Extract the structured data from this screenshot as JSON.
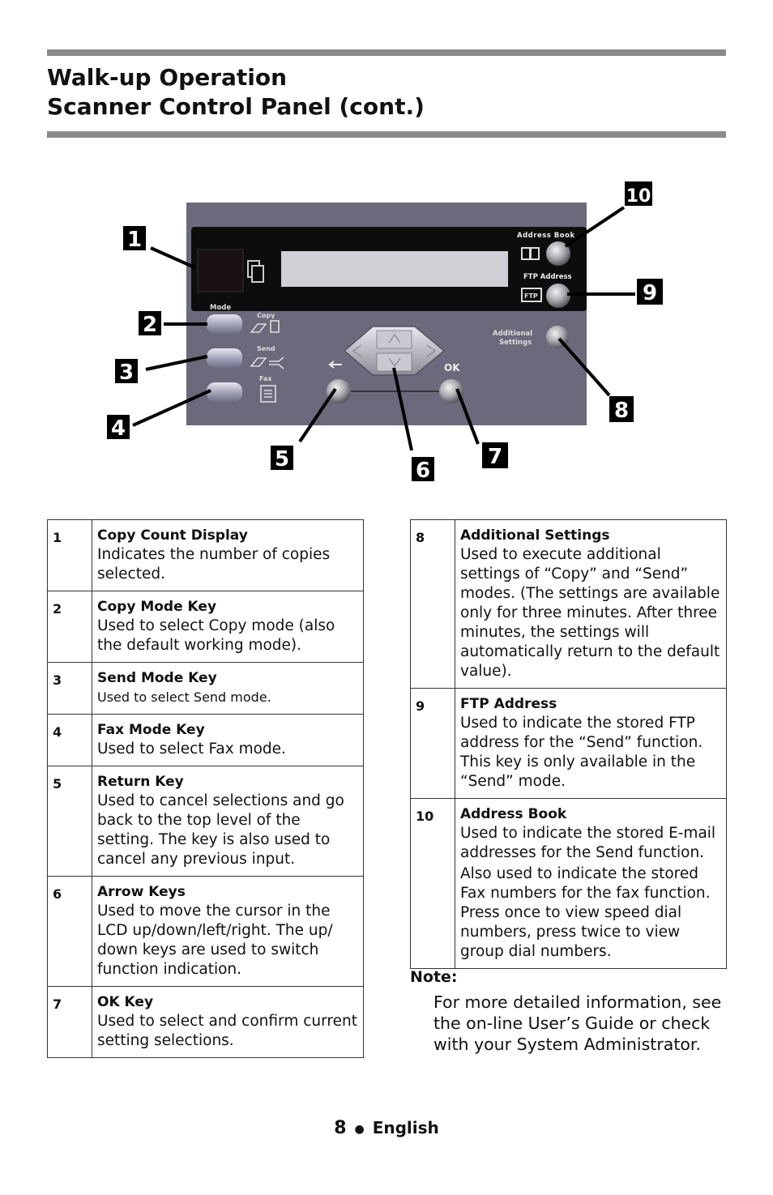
{
  "header": {
    "title_line1": "Walk-up Operation",
    "title_line2": "Scanner Control Panel (cont.)"
  },
  "figure": {
    "panel_labels": {
      "address_book": "Address Book",
      "ftp_address": "FTP Address",
      "ftp_icon": "FTP",
      "additional": "Additional",
      "settings": "Settings",
      "mode": "Mode",
      "copy": "Copy",
      "send": "Send",
      "fax": "Fax",
      "ok": "OK"
    },
    "callouts": [
      "1",
      "2",
      "3",
      "4",
      "5",
      "6",
      "7",
      "8",
      "9",
      "10"
    ]
  },
  "items_left": [
    {
      "num": "1",
      "name": "Copy Count Display",
      "text": "Indicates the number of copies selected."
    },
    {
      "num": "2",
      "name": "Copy Mode Key",
      "text": "Used to select Copy mode (also the default working mode)."
    },
    {
      "num": "3",
      "name": "Send Mode Key",
      "text": "Used to select Send mode."
    },
    {
      "num": "4",
      "name": "Fax Mode Key",
      "text": "Used to select Fax mode."
    },
    {
      "num": "5",
      "name": "Return Key",
      "text": "Used to cancel selections and go back to the top level of the setting. The key is also used to cancel any previous input."
    },
    {
      "num": "6",
      "name": "Arrow Keys",
      "text": "Used to move the cursor in the LCD up/down/left/right. The up/ down keys are used to switch function indication."
    },
    {
      "num": "7",
      "name": "OK Key",
      "text": "Used to select and confirm current setting selections."
    }
  ],
  "items_right": [
    {
      "num": "8",
      "name": "Additional Settings",
      "text": "Used to execute additional settings of “Copy” and “Send” modes. (The settings are available only for three minutes. After three minutes, the settings will automatically return to the default value)."
    },
    {
      "num": "9",
      "name": "FTP Address",
      "text": "Used to indicate the stored FTP address for the “Send” function. This key is only available in the “Send” mode."
    },
    {
      "num": "10",
      "name": "Address Book",
      "text": "Used to indicate the stored E-mail addresses for the Send function.",
      "text2": "Also used to indicate the stored Fax numbers for the fax function. Press once to view speed dial numbers, press twice to view group dial numbers."
    }
  ],
  "note": {
    "heading": "Note:",
    "text": "For more detailed information, see the on-line User’s Guide or check with your System Administrator."
  },
  "footer": {
    "page_number": "8",
    "language": "English"
  }
}
